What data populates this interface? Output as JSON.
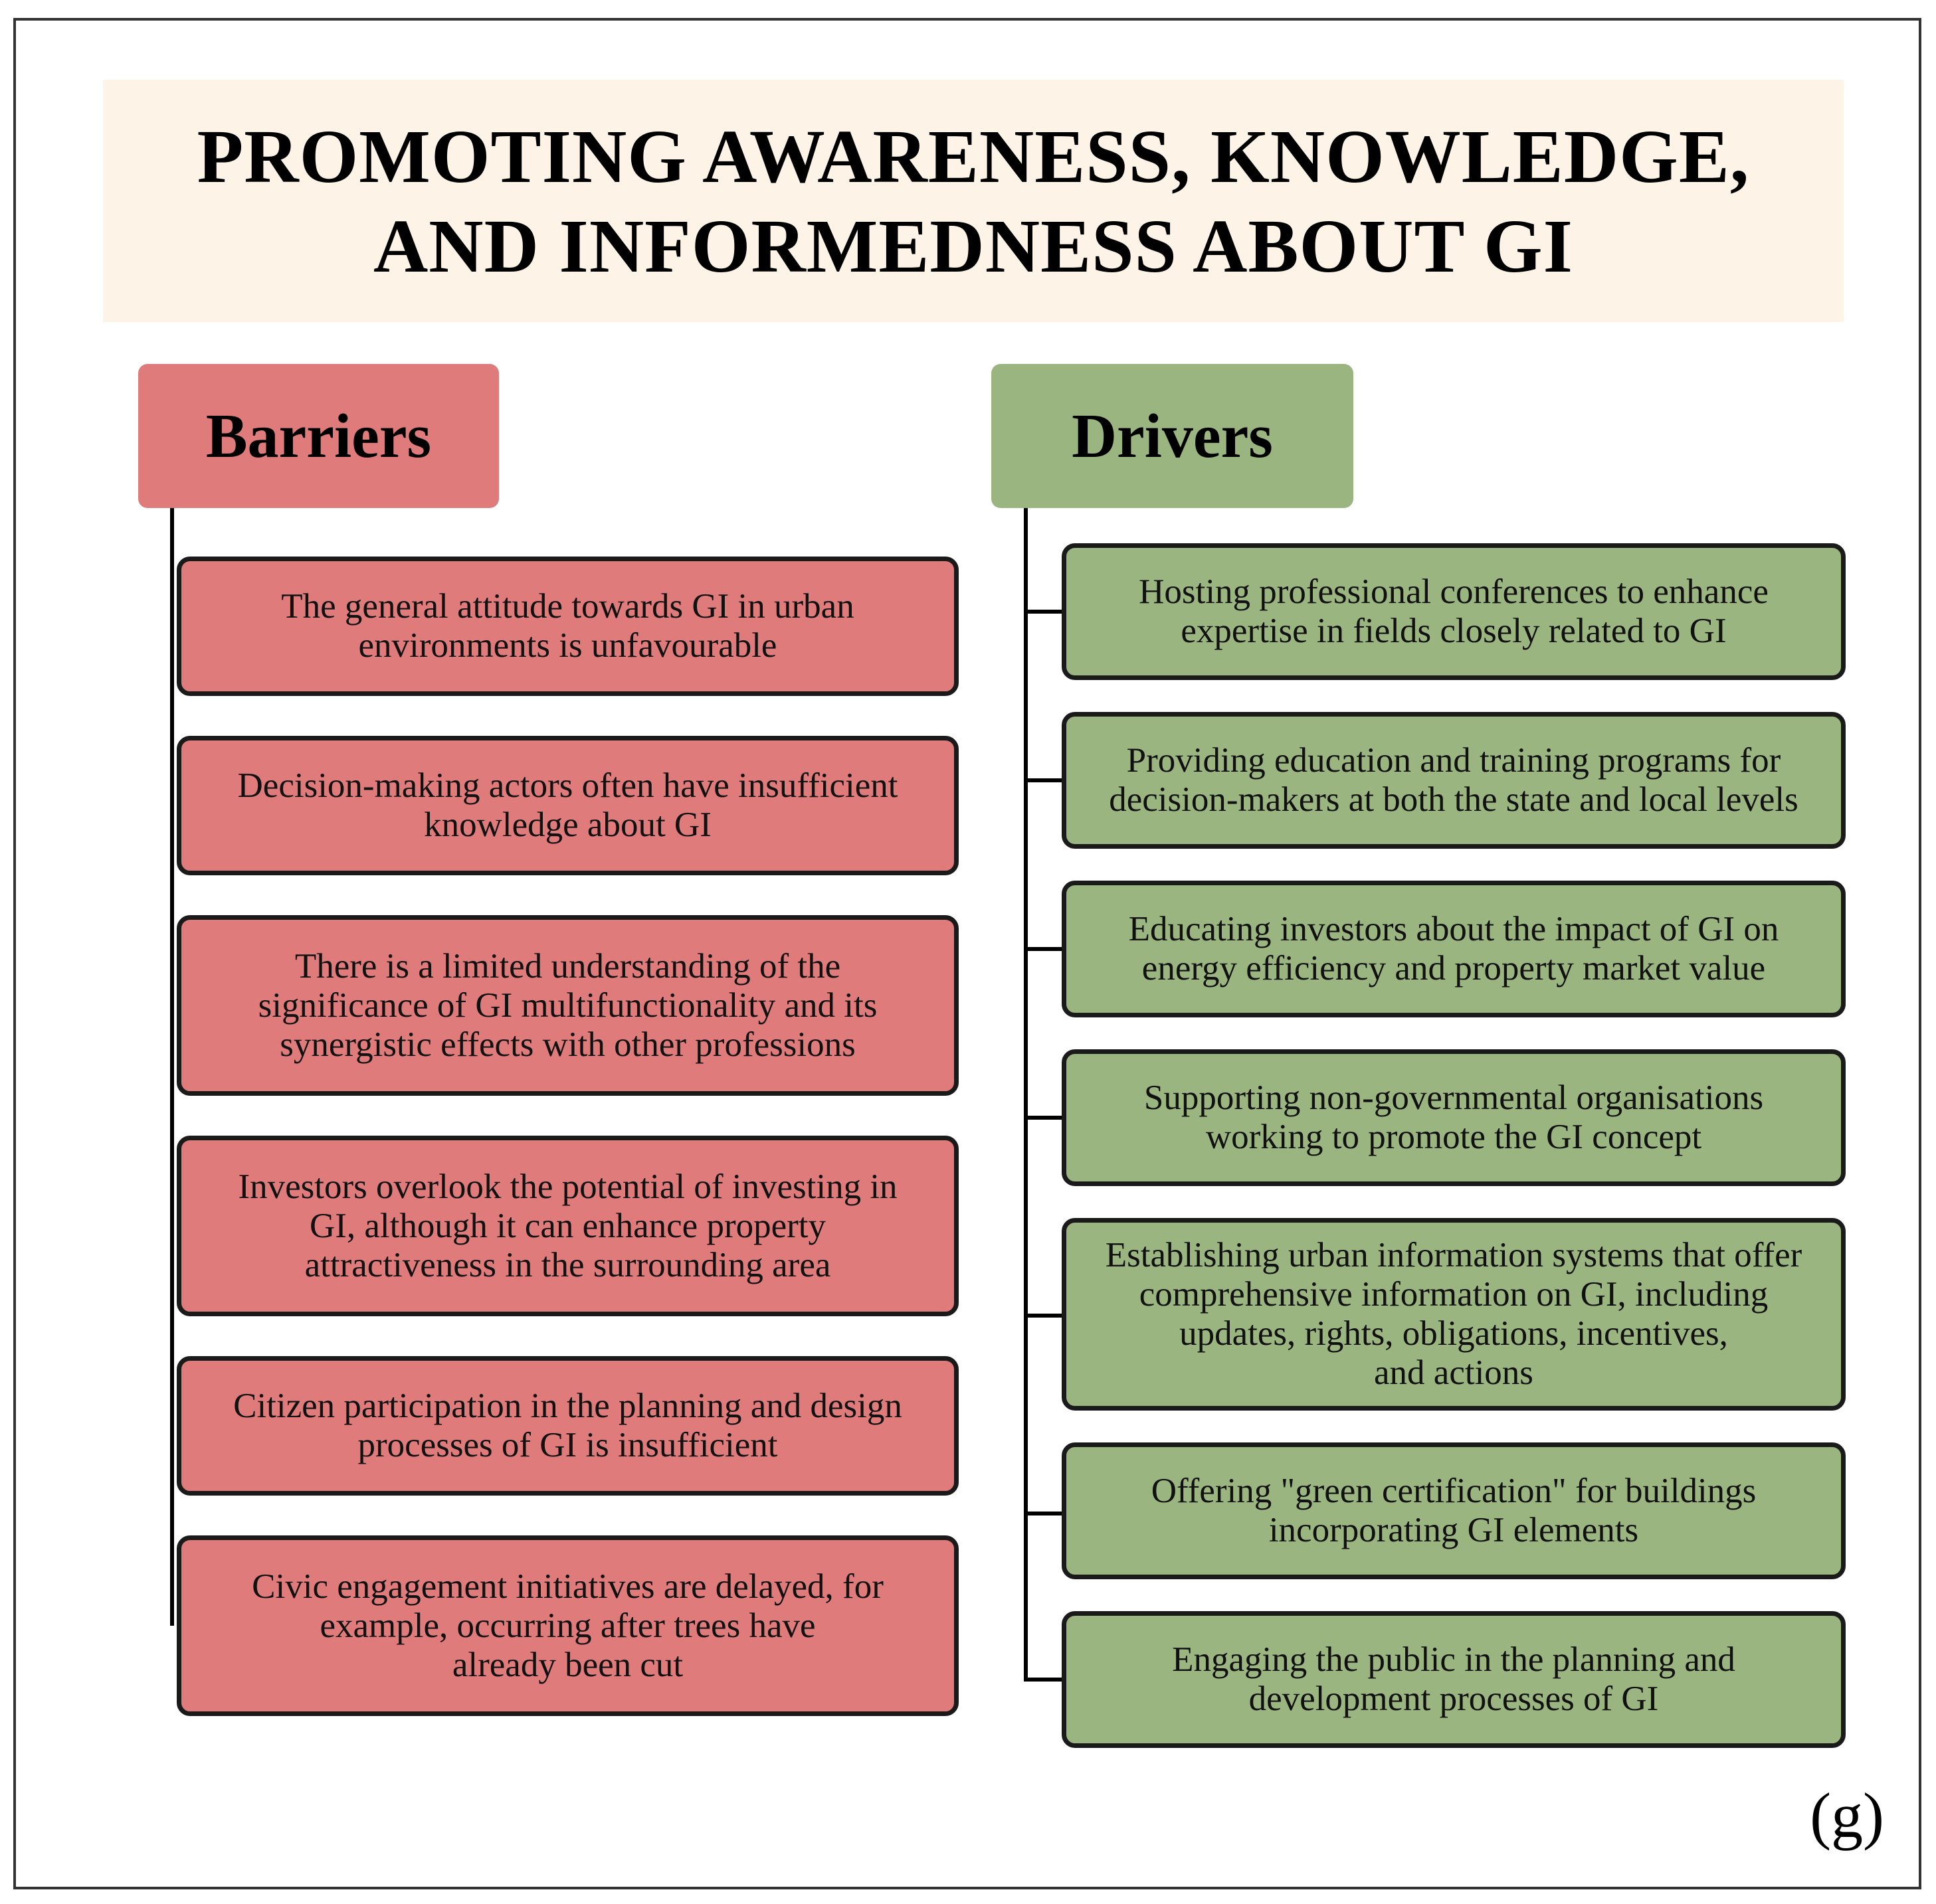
{
  "title": "PROMOTING AWARENESS, KNOWLEDGE,\nAND INFORMEDNESS ABOUT GI",
  "panel_label": "(g)",
  "barriers": {
    "header": "Barriers",
    "color": "#e07b7c",
    "items": [
      {
        "text": "The general attitude towards GI in urban\nenvironments is unfavourable"
      },
      {
        "text": "Decision-making actors often have insufficient\nknowledge about GI"
      },
      {
        "text": "There is a limited understanding of the\nsignificance of GI multifunctionality and its\nsynergistic effects with other professions"
      },
      {
        "text": "Investors overlook the potential of investing in\nGI, although it can enhance property\nattractiveness in the surrounding area"
      },
      {
        "text": "Citizen participation in the planning and design\nprocesses of GI is insufficient"
      },
      {
        "text": "Civic engagement initiatives are delayed, for\nexample, occurring after trees have\nalready been cut"
      }
    ]
  },
  "drivers": {
    "header": "Drivers",
    "color": "#9bb580",
    "items": [
      {
        "text": "Hosting professional conferences to enhance\nexpertise in fields closely related to GI"
      },
      {
        "text": "Providing education and training programs for\ndecision-makers at both the state and local levels"
      },
      {
        "text": "Educating investors about the impact of GI on\nenergy efficiency and property market value"
      },
      {
        "text": "Supporting non-governmental organisations\nworking to promote the GI concept"
      },
      {
        "text": "Establishing urban information systems that offer\ncomprehensive information on GI, including\nupdates, rights, obligations, incentives,\nand actions"
      },
      {
        "text": "Offering \"green certification\" for buildings\nincorporating GI elements"
      },
      {
        "text": "Engaging the public in the planning and\ndevelopment processes of GI"
      }
    ]
  }
}
